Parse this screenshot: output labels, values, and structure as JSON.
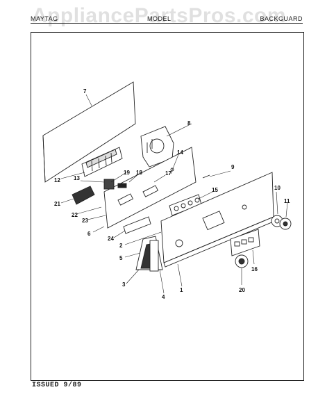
{
  "watermark": "AppliancePartsPros.com",
  "header": {
    "left": "MAYTAG",
    "middle": "MODEL",
    "right": "BACKGUARD"
  },
  "footer": "ISSUED 9/89",
  "callouts": [
    "1",
    "2",
    "3",
    "4",
    "5",
    "6",
    "7",
    "8",
    "9",
    "10",
    "11",
    "12",
    "13",
    "14",
    "15",
    "16",
    "17",
    "18",
    "19",
    "20",
    "21",
    "22",
    "23",
    "24"
  ]
}
